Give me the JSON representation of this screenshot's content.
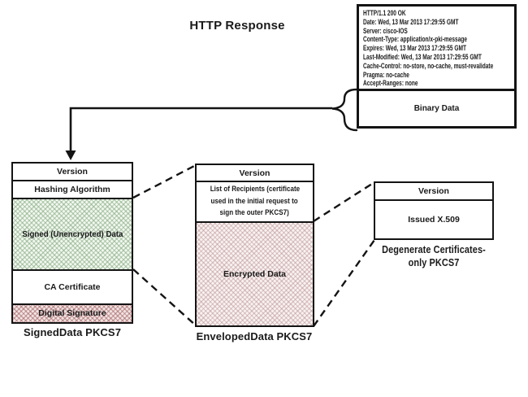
{
  "title": "HTTP Response",
  "http_box": {
    "headers": [
      "HTTP/1.1 200 OK",
      "Date: Wed, 13 Mar 2013 17:29:55 GMT",
      "Server: cisco-IOS",
      "Content-Type: application/x-pki-message",
      "Expires: Wed, 13 Mar 2013 17:29:55 GMT",
      "Last-Modified: Wed, 13 Mar 2013 17:29:55 GMT",
      "Cache-Control: no-store, no-cache, must-revalidate",
      "Pragma: no-cache",
      "Accept-Ranges: none"
    ],
    "binary_label": "Binary Data"
  },
  "signed_box": {
    "version": "Version",
    "hashing": "Hashing Algorithm",
    "signed_data": "Signed (Unencrypted) Data",
    "ca_certificate": "CA Certificate",
    "digital_signature": "Digital Signature",
    "caption": "SignedData PKCS7"
  },
  "enveloped_box": {
    "version": "Version",
    "recipients_lines": [
      "List of Recipients (certificate",
      "used in the initial request to",
      "sign the outer PKCS7)"
    ],
    "encrypted_data": "Encrypted Data",
    "caption": "EnvelopedData PKCS7"
  },
  "degenerate_box": {
    "version": "Version",
    "issued": "Issued X.509",
    "caption_lines": [
      "Degenerate Certificates-",
      "only PKCS7"
    ]
  },
  "colors": {
    "line": "#141414",
    "signed_fill": "#dfead9",
    "encrypted_fill": "#efe3e3",
    "signature_fill": "#e6cccc"
  }
}
